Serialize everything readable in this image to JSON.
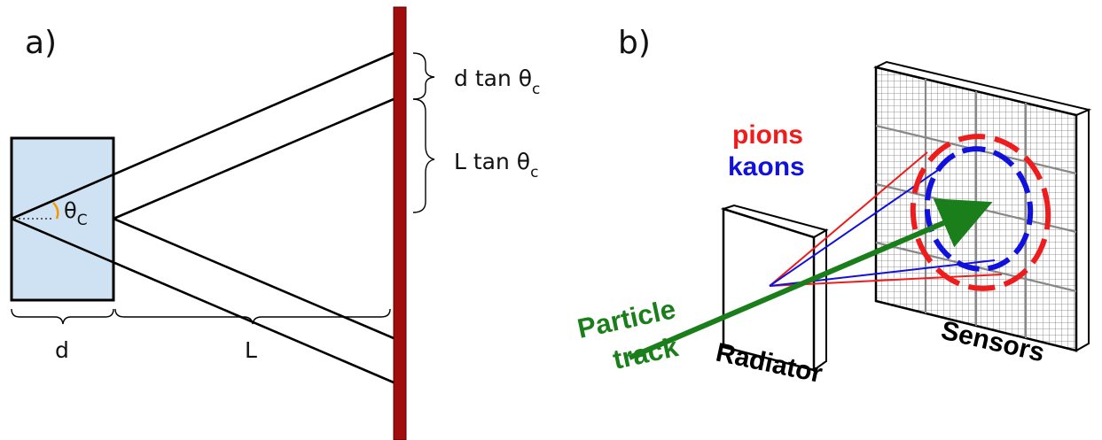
{
  "panel_a": {
    "label": "a)",
    "radiator_color": "#cfe2f3",
    "screen_color": "#a10d0d",
    "theta_arc_color": "#f29900",
    "theta_label": "θ",
    "theta_sub": "C",
    "brace_top_label": "d tan θ",
    "brace_top_sub": "c",
    "brace_bottom_label": "L tan θ",
    "brace_bottom_sub": "c",
    "dim_d": "d",
    "dim_L": "L"
  },
  "panel_b": {
    "label": "b)",
    "legend_pions": "pions",
    "legend_kaons": "kaons",
    "pion_color": "#ee1c1c",
    "kaon_color": "#1111dd",
    "track_color": "#1a7f1a",
    "track_label_1": "Particle",
    "track_label_2": "track",
    "radiator_label": "Radiator",
    "sensors_label": "Sensors"
  }
}
